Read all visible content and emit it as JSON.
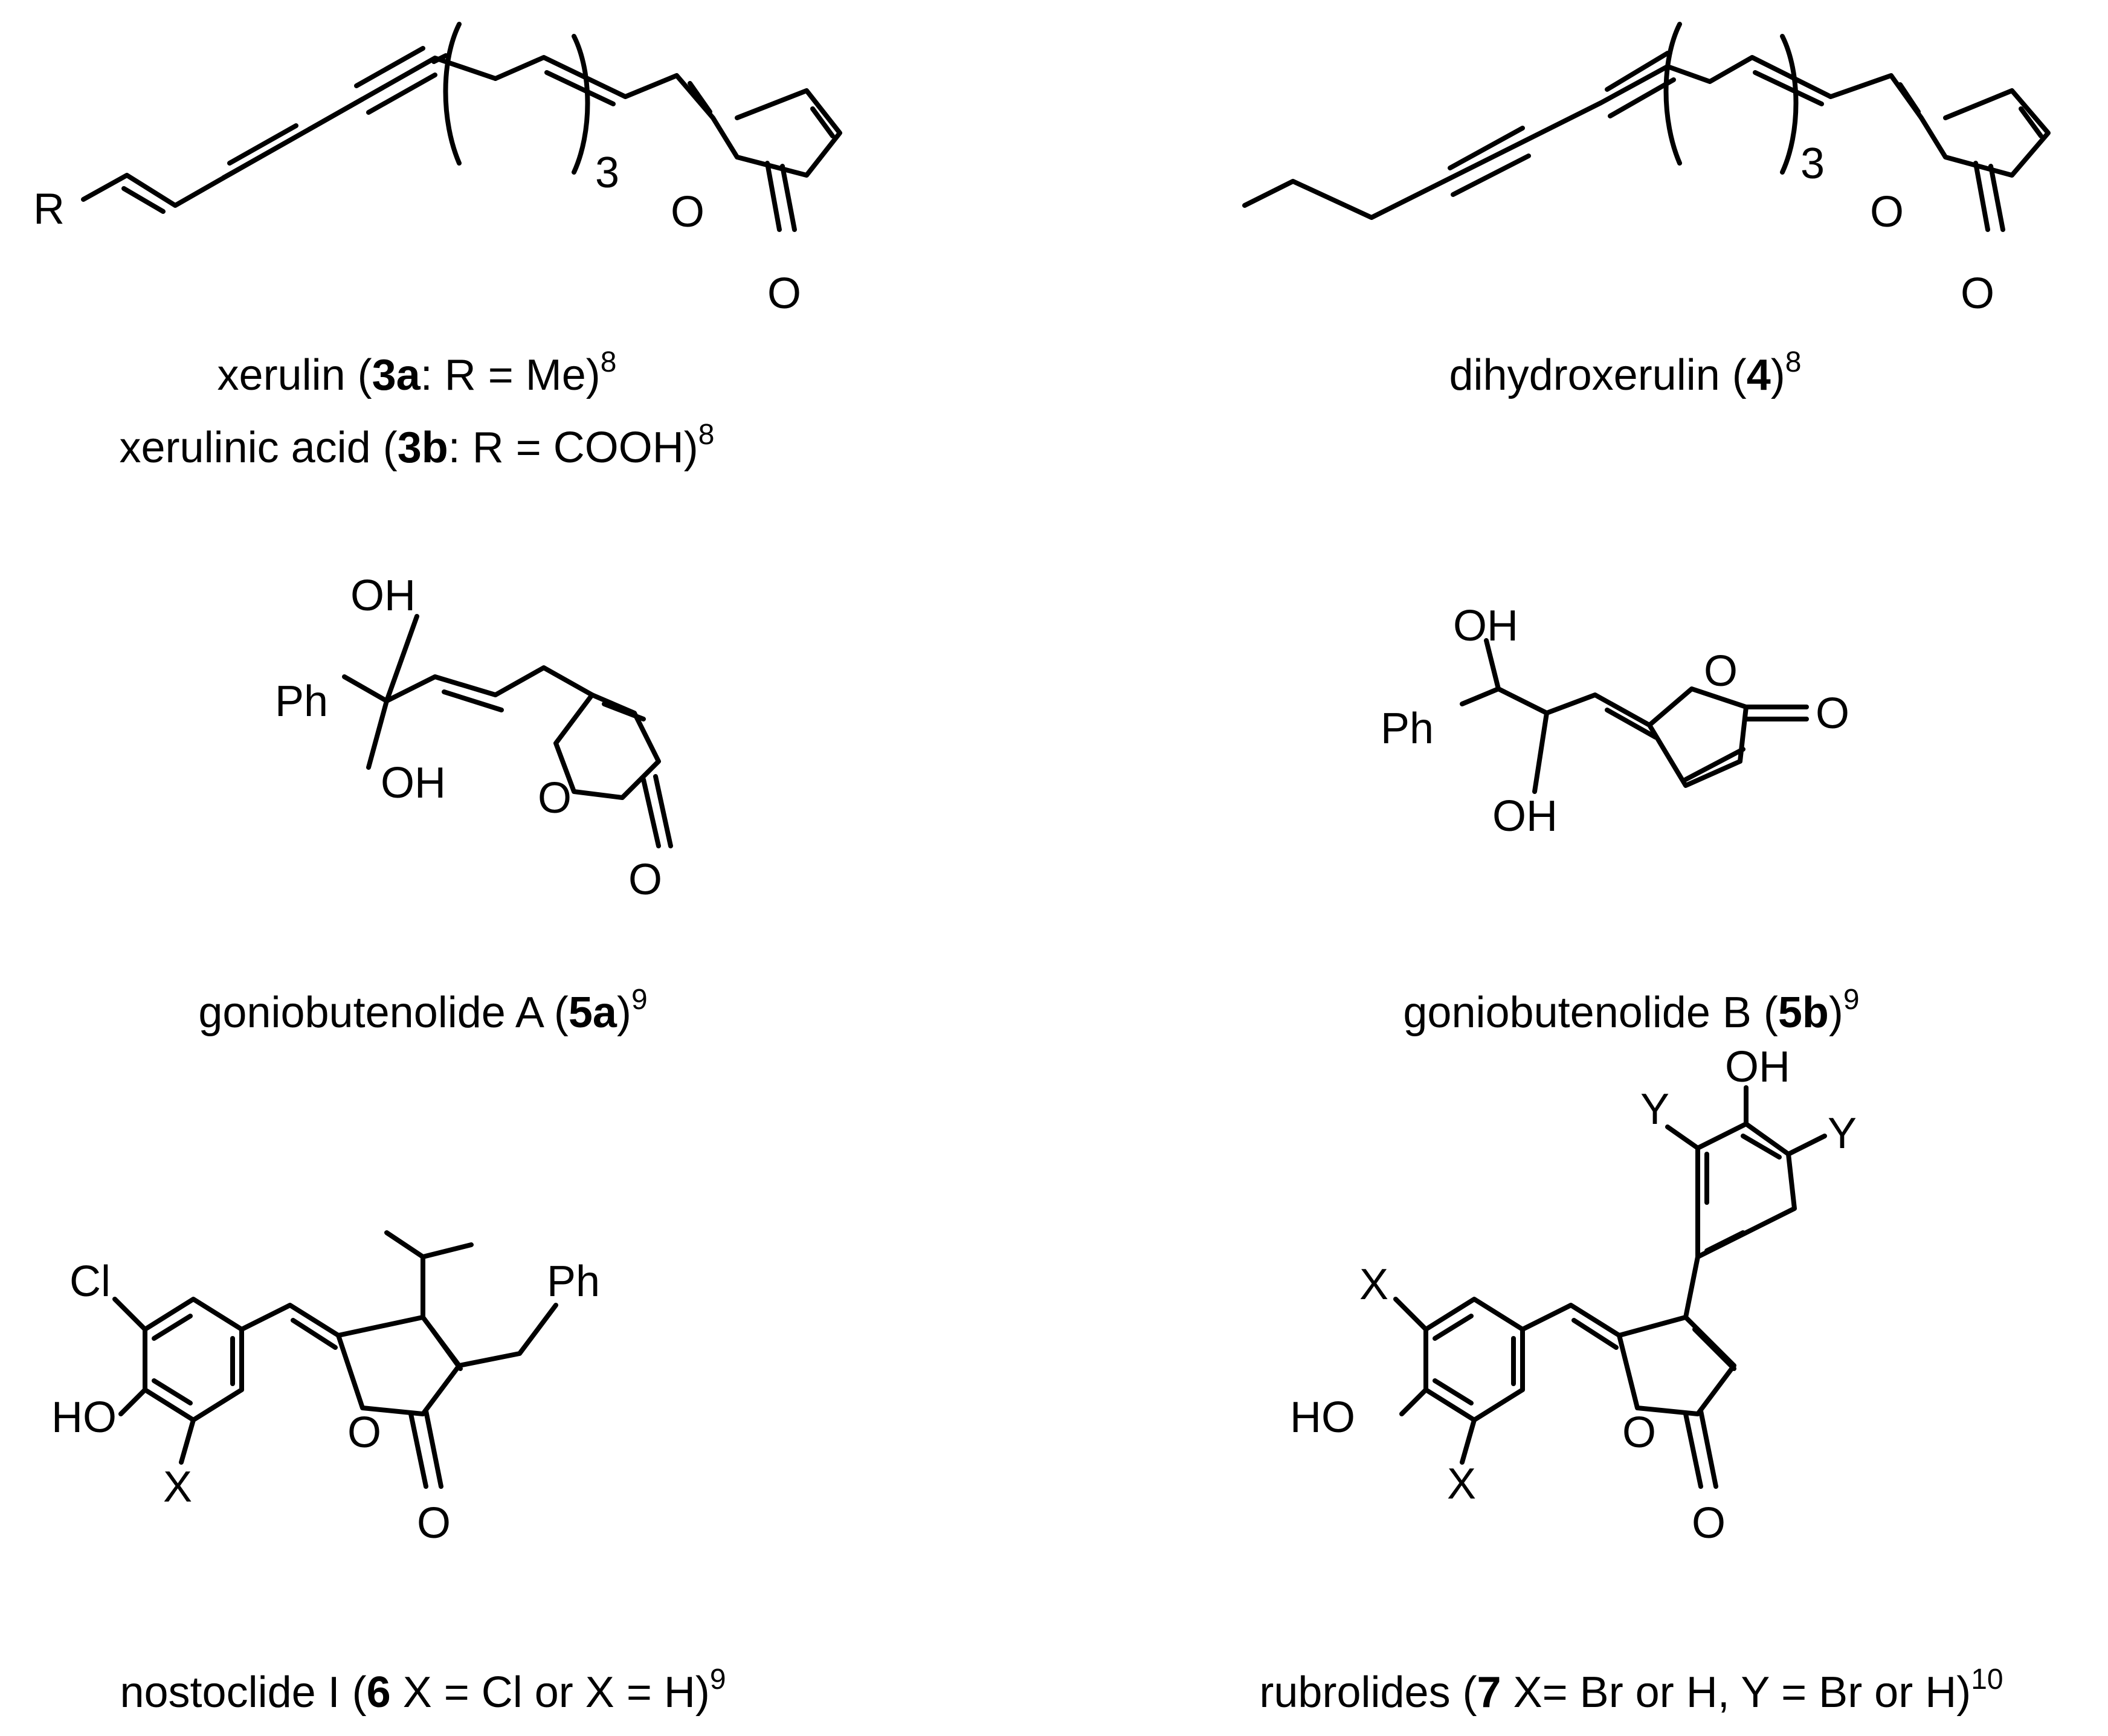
{
  "compounds": [
    {
      "atoms": {
        "r": "R",
        "ring_o": "O",
        "carbonyl_o": "O",
        "repeat": "3"
      },
      "caption_lines": [
        {
          "pre": "xerulin (",
          "bold": "3a",
          "post": ": R = Me)",
          "sup": "8"
        },
        {
          "pre": "xerulinic acid (",
          "bold": "3b",
          "post": ": R = COOH)",
          "sup": "8"
        }
      ]
    },
    {
      "atoms": {
        "ring_o": "O",
        "carbonyl_o": "O",
        "repeat": "3"
      },
      "caption_lines": [
        {
          "pre": "dihydroxerulin (",
          "bold": "4",
          "post": ")",
          "sup": "8"
        }
      ]
    },
    {
      "atoms": {
        "oh_top": "OH",
        "ph": "Ph",
        "oh_bottom": "OH",
        "ring_o": "O",
        "carbonyl_o": "O"
      },
      "caption_lines": [
        {
          "pre": "goniobutenolide A (",
          "bold": "5a",
          "post": ")",
          "sup": "9"
        }
      ]
    },
    {
      "atoms": {
        "oh_top": "OH",
        "ph": "Ph",
        "oh_bottom": "OH",
        "ring_o": "O",
        "carbonyl_o": "O"
      },
      "caption_lines": [
        {
          "pre": "goniobutenolide B (",
          "bold": "5b",
          "post": ")",
          "sup": "9"
        }
      ]
    },
    {
      "atoms": {
        "cl": "Cl",
        "ho": "HO",
        "x": "X",
        "ph": "Ph",
        "ring_o": "O",
        "carbonyl_o": "O"
      },
      "caption_lines": [
        {
          "pre": "nostoclide I (",
          "bold": "6",
          "post": " X = Cl or X = H)",
          "sup": "9"
        }
      ]
    },
    {
      "atoms": {
        "oh": "OH",
        "y_left": "Y",
        "y_right": "Y",
        "x_top": "X",
        "ho": "HO",
        "x_bottom": "X",
        "ring_o": "O",
        "carbonyl_o": "O"
      },
      "caption_lines": [
        {
          "pre": "rubrolides (",
          "bold": "7",
          "post": " X= Br or H, Y = Br or H)",
          "sup": "10"
        }
      ]
    }
  ]
}
